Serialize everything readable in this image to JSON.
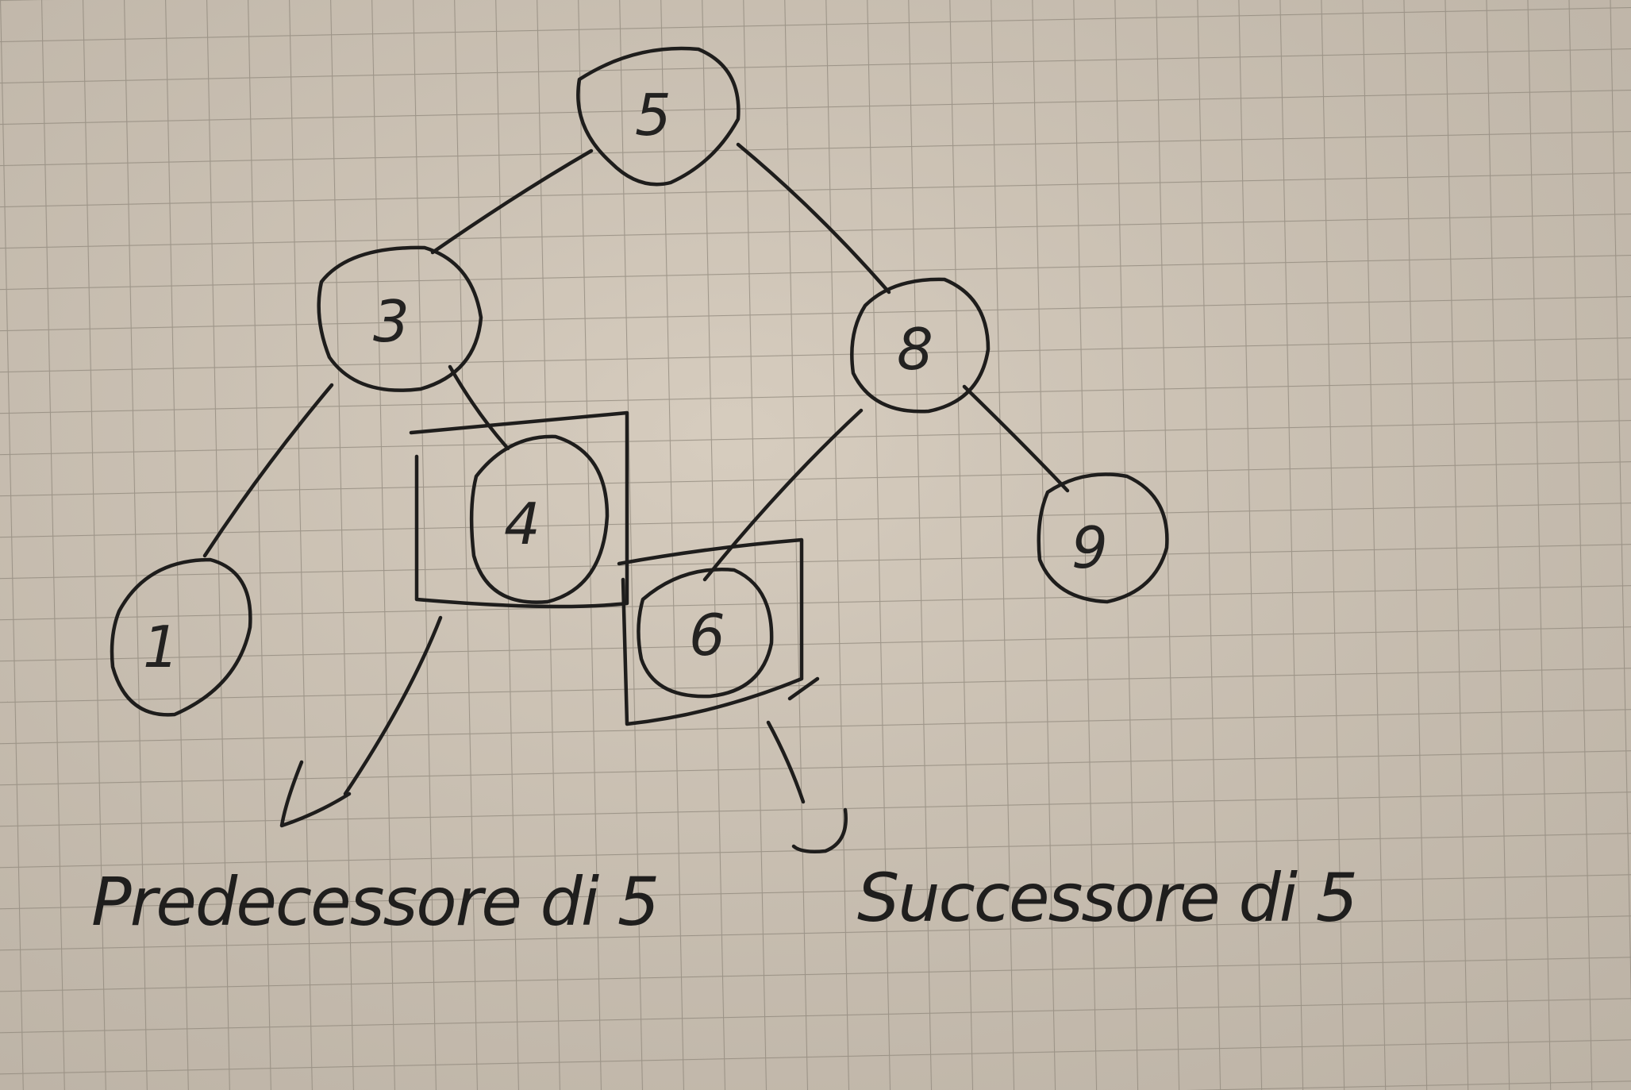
{
  "diagram": {
    "nodes": [
      {
        "id": "n5",
        "label": "5"
      },
      {
        "id": "n3",
        "label": "3"
      },
      {
        "id": "n8",
        "label": "8"
      },
      {
        "id": "n1",
        "label": "1"
      },
      {
        "id": "n4",
        "label": "4"
      },
      {
        "id": "n6",
        "label": "6"
      },
      {
        "id": "n9",
        "label": "9"
      }
    ],
    "edges": [
      {
        "from": "n5",
        "to": "n3"
      },
      {
        "from": "n5",
        "to": "n8"
      },
      {
        "from": "n3",
        "to": "n1"
      },
      {
        "from": "n3",
        "to": "n4"
      },
      {
        "from": "n8",
        "to": "n6"
      },
      {
        "from": "n8",
        "to": "n9"
      }
    ],
    "highlighted": [
      "n4",
      "n6"
    ],
    "annotations": {
      "predecessor": "Predecessore di 5",
      "successor": "Successore di 5"
    }
  },
  "colors": {
    "paper": "#cdc3b5",
    "grid": "#8f867b",
    "ink": "#1e1d1c"
  }
}
